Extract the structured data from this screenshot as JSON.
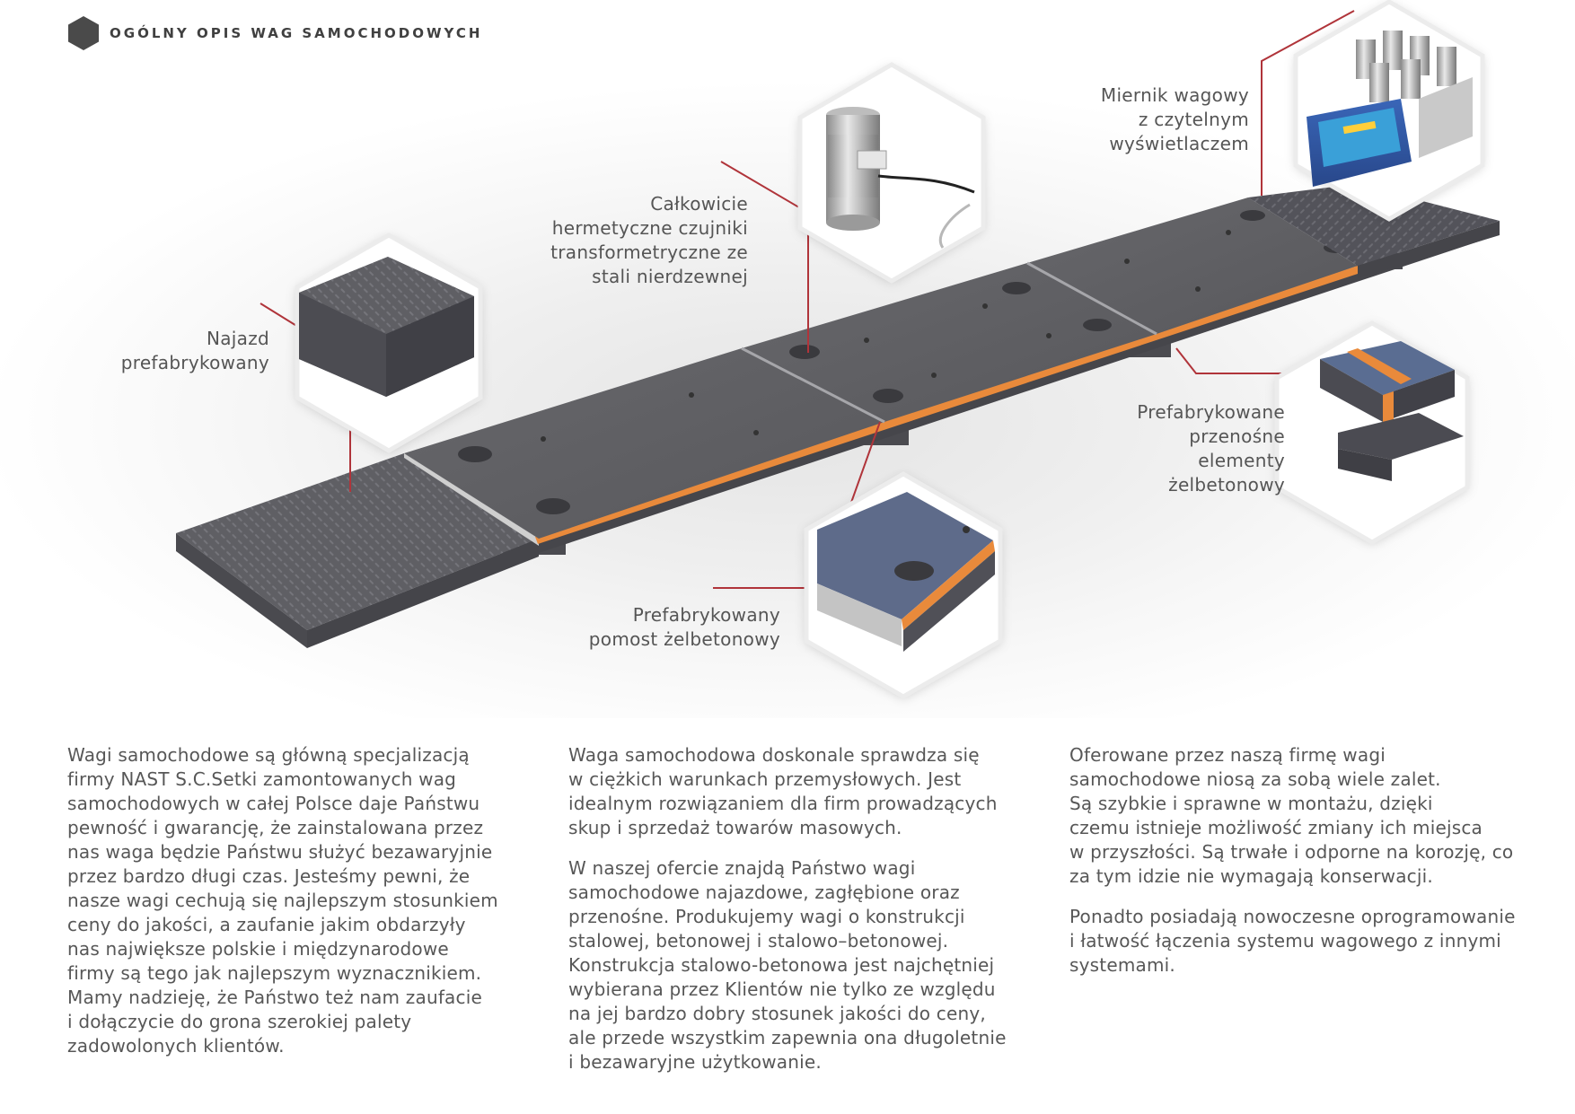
{
  "header": {
    "title": "OGÓLNY OPIS WAG SAMOCHODOWYCH"
  },
  "colors": {
    "accent_line": "#b0343a",
    "orange_strip": "#e98a3b",
    "concrete": "#5c5c60",
    "header_hex": "#4a4a4a"
  },
  "callouts": {
    "ramp": [
      "Najazd",
      "prefabrykowany"
    ],
    "sensors": [
      "Całkowicie",
      "hermetyczne czujniki",
      "transformetryczne ze",
      "stali nierdzewnej"
    ],
    "meter": [
      "Miernik wagowy",
      "z czytelnym",
      "wyświetlaczem"
    ],
    "elements": [
      "Prefabrykowane",
      "przenośne",
      "elementy",
      "żelbetonowy"
    ],
    "platform": [
      "Prefabrykowany",
      "pomost żelbetonowy"
    ]
  },
  "icons": [
    "header-hexagon-icon",
    "ramp-detail-hex",
    "load-cell-hex",
    "weighing-terminal-hex",
    "concrete-elements-hex",
    "platform-detail-hex"
  ],
  "columns": [
    {
      "paragraphs": [
        [
          "Wagi samochodowe są główną specjalizacją",
          "firmy NAST S.C.Setki zamontowanych wag",
          "samochodowych w całej Polsce daje Państwu",
          "pewność i gwarancję, że zainstalowana przez",
          "nas waga będzie Państwu służyć bezawaryjnie",
          "przez bardzo długi czas. Jesteśmy pewni, że",
          "nasze wagi cechują się najlepszym stosunkiem",
          "ceny do jakości, a zaufanie jakim obdarzyły",
          "nas największe polskie i międzynarodowe",
          "firmy są tego jak najlepszym wyznacznikiem.",
          "Mamy nadzieję, że Państwo też nam zaufacie",
          "i dołączycie do grona szerokiej palety",
          "zadowolonych klientów."
        ]
      ]
    },
    {
      "paragraphs": [
        [
          "Waga samochodowa doskonale sprawdza się",
          "w ciężkich warunkach przemysłowych. Jest",
          "idealnym rozwiązaniem dla firm prowadzących",
          "skup i sprzedaż towarów masowych."
        ],
        [
          "W naszej ofercie znajdą Państwo wagi",
          "samochodowe najazdowe, zagłębione oraz",
          "przenośne. Produkujemy wagi o konstrukcji",
          "stalowej, betonowej i stalowo–betonowej.",
          "Konstrukcja stalowo-betonowa jest najchętniej",
          "wybierana przez Klientów nie tylko ze względu",
          "na jej bardzo dobry stosunek jakości do ceny,",
          "ale przede wszystkim zapewnia ona długoletnie",
          "i bezawaryjne użytkowanie."
        ]
      ]
    },
    {
      "paragraphs": [
        [
          "Oferowane przez naszą firmę wagi",
          "samochodowe niosą za sobą wiele zalet.",
          "Są szybkie i sprawne w montażu, dzięki",
          "czemu istnieje możliwość zmiany ich miejsca",
          "w przyszłości. Są trwałe i odporne na korozję, co",
          "za tym idzie nie wymagają konserwacji."
        ],
        [
          "Ponadto posiadają nowoczesne oprogramowanie",
          "i łatwość łączenia systemu wagowego z innymi",
          "systemami."
        ]
      ]
    }
  ]
}
